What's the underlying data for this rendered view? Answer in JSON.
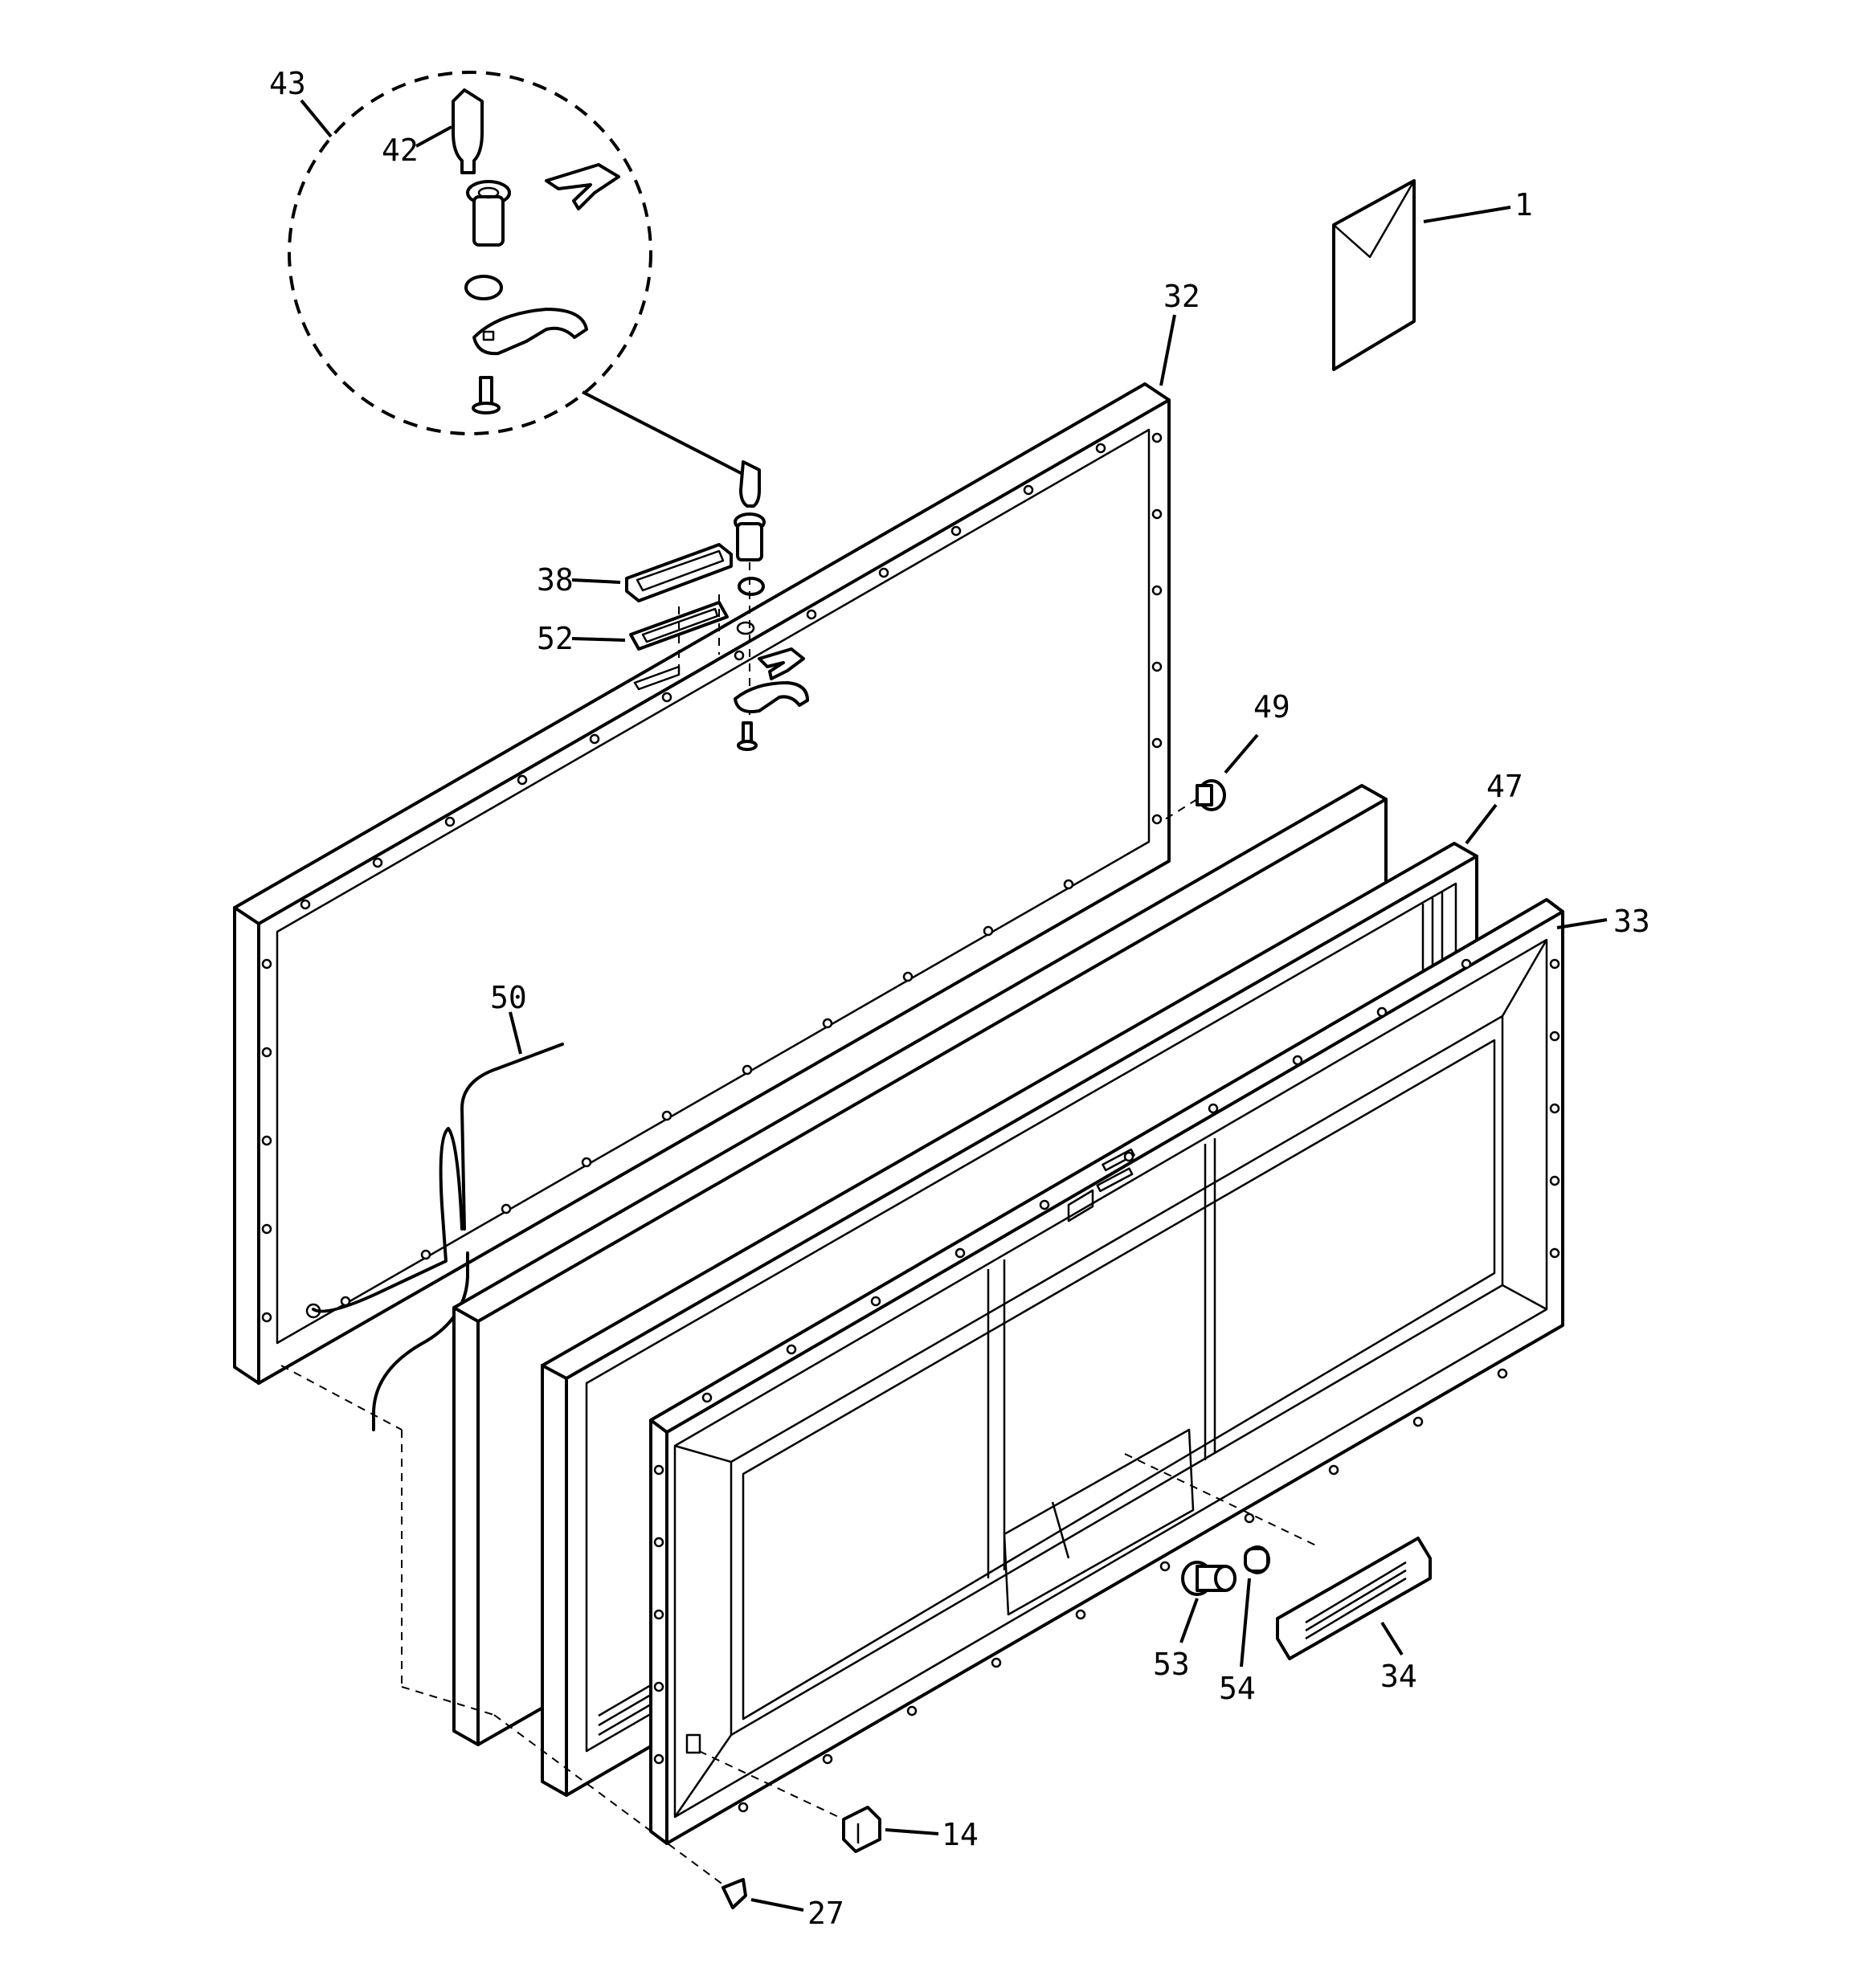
{
  "callouts": [
    {
      "id": "1",
      "label": "1"
    },
    {
      "id": "14",
      "label": "14"
    },
    {
      "id": "27",
      "label": "27"
    },
    {
      "id": "32",
      "label": "32"
    },
    {
      "id": "33",
      "label": "33"
    },
    {
      "id": "34",
      "label": "34"
    },
    {
      "id": "38",
      "label": "38"
    },
    {
      "id": "42",
      "label": "42"
    },
    {
      "id": "43",
      "label": "43"
    },
    {
      "id": "47",
      "label": "47"
    },
    {
      "id": "49",
      "label": "49"
    },
    {
      "id": "50",
      "label": "50"
    },
    {
      "id": "52",
      "label": "52"
    },
    {
      "id": "53",
      "label": "53"
    },
    {
      "id": "54",
      "label": "54"
    }
  ]
}
